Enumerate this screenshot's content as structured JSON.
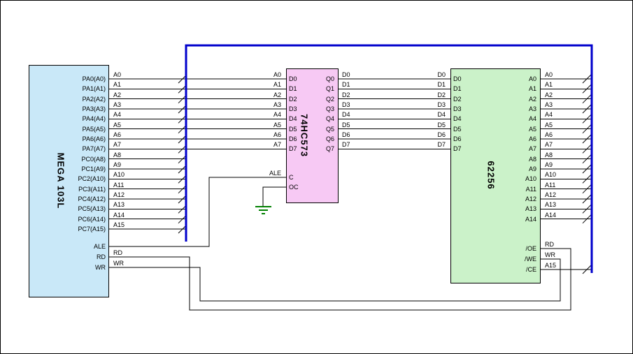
{
  "mega": {
    "title": "MEGA 103L",
    "pins_addr": [
      "PA0(A0)",
      "PA1(A1)",
      "PA2(A2)",
      "PA3(A3)",
      "PA4(A4)",
      "PA5(A5)",
      "PA6(A6)",
      "PA7(A7)",
      "PC0(A8)",
      "PC1(A9)",
      "PC2(A10)",
      "PC3(A11)",
      "PC4(A12)",
      "PC5(A13)",
      "PC6(A14)",
      "PC7(A15)"
    ],
    "pins_ctrl": [
      "ALE",
      "RD",
      "WR"
    ],
    "wire_labels_addr": [
      "A0",
      "A1",
      "A2",
      "A3",
      "A4",
      "A5",
      "A6",
      "A7",
      "A8",
      "A9",
      "A10",
      "A11",
      "A12",
      "A13",
      "A14",
      "A15"
    ],
    "wire_labels_ctrl": [
      "RD",
      "WR"
    ]
  },
  "latch": {
    "title": "74HC573",
    "pins_in": [
      "D0",
      "D1",
      "D2",
      "D3",
      "D4",
      "D5",
      "D6",
      "D7"
    ],
    "pins_ctrl": [
      "C",
      "OC"
    ],
    "pins_out": [
      "Q0",
      "Q1",
      "Q2",
      "Q3",
      "Q4",
      "Q5",
      "Q6",
      "Q7"
    ],
    "wire_labels_in": [
      "A0",
      "A1",
      "A2",
      "A3",
      "A4",
      "A5",
      "A6",
      "A7"
    ],
    "wire_label_ale": [
      "ALE"
    ],
    "wire_labels_out": [
      "D0",
      "D1",
      "D2",
      "D3",
      "D4",
      "D5",
      "D6",
      "D7"
    ]
  },
  "ram": {
    "title": "62256",
    "pins_data": [
      "D0",
      "D1",
      "D2",
      "D3",
      "D4",
      "D5",
      "D6",
      "D7"
    ],
    "wire_labels_data": [
      "D0",
      "D1",
      "D2",
      "D3",
      "D4",
      "D5",
      "D6",
      "D7"
    ],
    "pins_addr": [
      "A0",
      "A1",
      "A2",
      "A3",
      "A4",
      "A5",
      "A6",
      "A7",
      "A8",
      "A9",
      "A10",
      "A11",
      "A12",
      "A13",
      "A14"
    ],
    "pins_ctrl": [
      "/OE",
      "/WE",
      "/CE"
    ],
    "wire_labels_addr": [
      "A0",
      "A1",
      "A2",
      "A3",
      "A4",
      "A5",
      "A6",
      "A7",
      "A8",
      "A9",
      "A10",
      "A11",
      "A12",
      "A13",
      "A14"
    ],
    "wire_labels_ctrl": [
      "RD",
      "WR",
      "A15"
    ]
  },
  "colors": {
    "mega_fill": "#C9E8F8",
    "latch_fill": "#F7C9F4",
    "ram_fill": "#CBF2C9",
    "bus": "#0000CC",
    "ground": "#008000"
  }
}
